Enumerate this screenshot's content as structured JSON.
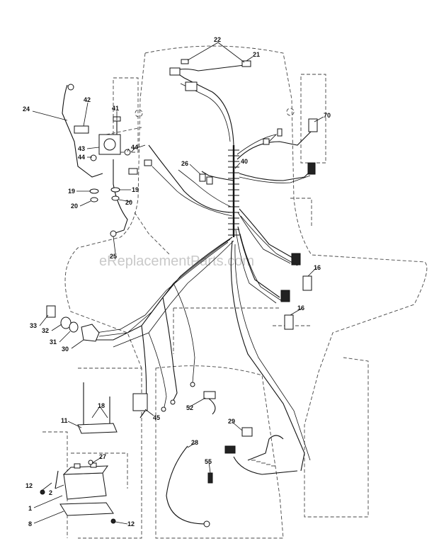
{
  "watermark": "eReplacementParts.com",
  "callouts": [
    {
      "id": "c22",
      "text": "22"
    },
    {
      "id": "c21",
      "text": "21"
    },
    {
      "id": "c42",
      "text": "42"
    },
    {
      "id": "c24",
      "text": "24"
    },
    {
      "id": "c41",
      "text": "41"
    },
    {
      "id": "c70",
      "text": "70"
    },
    {
      "id": "c43",
      "text": "43"
    },
    {
      "id": "c44a",
      "text": "44"
    },
    {
      "id": "c44b",
      "text": "44"
    },
    {
      "id": "c26",
      "text": "26"
    },
    {
      "id": "c40",
      "text": "40"
    },
    {
      "id": "c19a",
      "text": "19"
    },
    {
      "id": "c19b",
      "text": "19"
    },
    {
      "id": "c20a",
      "text": "20"
    },
    {
      "id": "c20b",
      "text": "20"
    },
    {
      "id": "c25",
      "text": "25"
    },
    {
      "id": "c16a",
      "text": "16"
    },
    {
      "id": "c16b",
      "text": "16"
    },
    {
      "id": "c33",
      "text": "33"
    },
    {
      "id": "c32",
      "text": "32"
    },
    {
      "id": "c31",
      "text": "31"
    },
    {
      "id": "c30",
      "text": "30"
    },
    {
      "id": "c18",
      "text": "18"
    },
    {
      "id": "c11",
      "text": "11"
    },
    {
      "id": "c45",
      "text": "45"
    },
    {
      "id": "c52",
      "text": "52"
    },
    {
      "id": "c29",
      "text": "29"
    },
    {
      "id": "c28",
      "text": "28"
    },
    {
      "id": "c27",
      "text": "27"
    },
    {
      "id": "c55",
      "text": "55"
    },
    {
      "id": "c12a",
      "text": "12"
    },
    {
      "id": "c2",
      "text": "2"
    },
    {
      "id": "c1",
      "text": "1"
    },
    {
      "id": "c8",
      "text": "8"
    },
    {
      "id": "c12b",
      "text": "12"
    }
  ]
}
